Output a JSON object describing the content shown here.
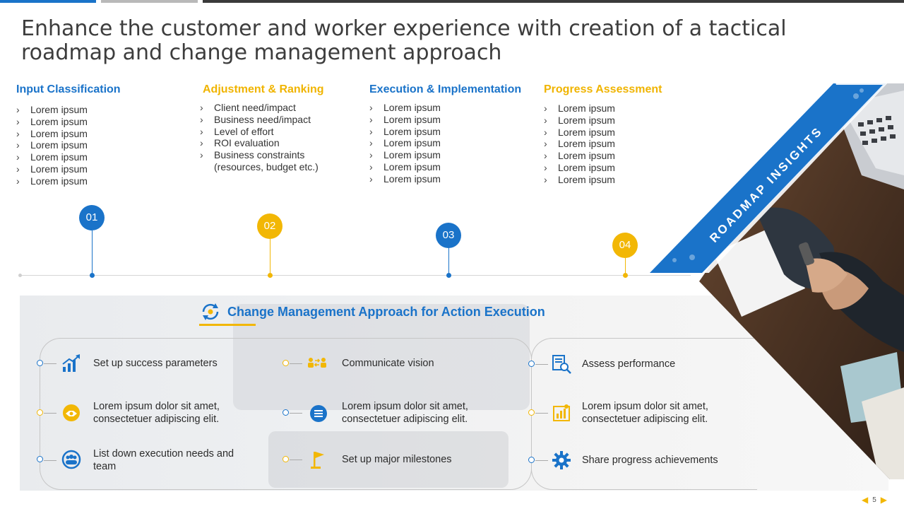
{
  "title": "Enhance the customer and worker experience with creation of a tactical roadmap and change management approach",
  "columns": [
    {
      "heading": "Input Classification",
      "items": [
        "Lorem ipsum",
        "Lorem ipsum",
        "Lorem ipsum",
        "Lorem ipsum",
        "Lorem ipsum",
        "Lorem ipsum",
        "Lorem ipsum"
      ]
    },
    {
      "heading": "Adjustment & Ranking",
      "items": [
        "Client need/impact",
        "Business need/impact",
        "Level of effort",
        "ROI evaluation",
        "Business constraints (resources, budget etc.)"
      ]
    },
    {
      "heading": "Execution & Implementation",
      "items": [
        "Lorem ipsum",
        "Lorem ipsum",
        "Lorem ipsum",
        "Lorem ipsum",
        "Lorem ipsum",
        "Lorem ipsum",
        "Lorem ipsum"
      ]
    },
    {
      "heading": "Progress Assessment",
      "items": [
        "Lorem ipsum",
        "Lorem ipsum",
        "Lorem ipsum",
        "Lorem ipsum",
        "Lorem ipsum",
        "Lorem ipsum",
        "Lorem ipsum"
      ]
    }
  ],
  "milestones": [
    "01",
    "02",
    "03",
    "04"
  ],
  "ribbon_text": "ROADMAP INSIGHTS",
  "change_mgmt": {
    "title": "Change Management Approach for Action Execution",
    "items": [
      {
        "label": "Set up success parameters",
        "icon": "growth-chart-icon"
      },
      {
        "label": "Lorem ipsum dolor sit amet, consectetuer adipiscing elit.",
        "icon": "handshake-coins-icon"
      },
      {
        "label": "List down execution needs and team",
        "icon": "team-globe-icon"
      },
      {
        "label": "Communicate vision",
        "icon": "people-exchange-icon"
      },
      {
        "label": "Lorem ipsum dolor sit amet, consectetuer adipiscing elit.",
        "icon": "list-circle-icon"
      },
      {
        "label": "Set up major milestones",
        "icon": "flag-icon"
      },
      {
        "label": "Assess performance",
        "icon": "report-magnifier-icon"
      },
      {
        "label": "Lorem ipsum dolor sit amet, consectetuer adipiscing elit.",
        "icon": "dashboard-chart-icon"
      },
      {
        "label": "Share progress achievements",
        "icon": "gear-icon"
      }
    ]
  },
  "page_number": "5",
  "colors": {
    "blue": "#1a73c9",
    "gold": "#f2b705"
  }
}
